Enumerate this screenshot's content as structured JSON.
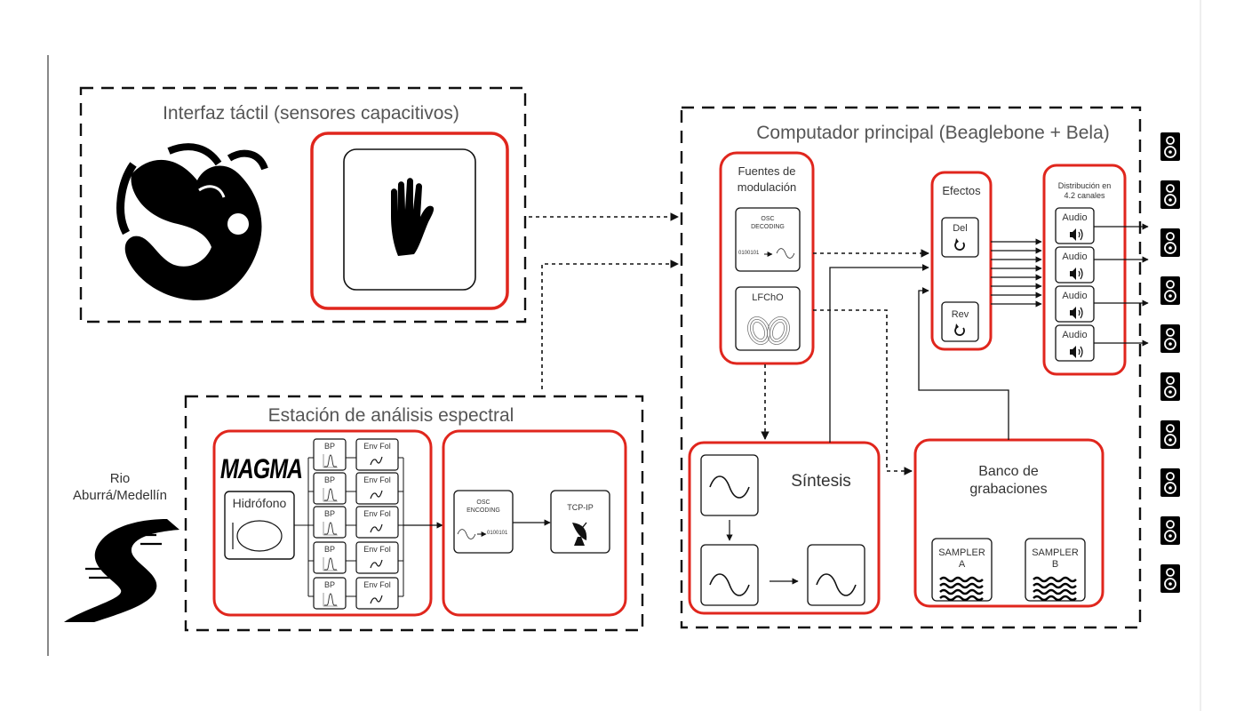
{
  "tactile": {
    "title": "Interfaz táctil (sensores capacitivos)"
  },
  "analysis": {
    "title": "Estación de análisis espectral",
    "logo": "MAGMA",
    "hydrophone": "Hidrófono",
    "bp_label": "BP",
    "env_label": "Env Fol",
    "osc_encoding": [
      "OSC",
      "ENCODING"
    ],
    "bits": "0100101",
    "tcp": "TCP-IP"
  },
  "river": {
    "label": [
      "Rio",
      "Aburrá/Medellín"
    ]
  },
  "main": {
    "title": "Computador principal (Beaglebone + Bela)",
    "sources": [
      "Fuentes de",
      "modulación"
    ],
    "osc_decoding": [
      "OSC",
      "DECODING"
    ],
    "bits": "0100101",
    "lfcho": "LFChO",
    "effects": "Efectos",
    "del": "Del",
    "rev": "Rev",
    "distribution": [
      "Distribución en",
      "4.2 canales"
    ],
    "audio": "Audio",
    "synthesis": "Síntesis",
    "bank": [
      "Banco de",
      "grabaciones"
    ],
    "sampler_a": [
      "SAMPLER",
      "A"
    ],
    "sampler_b": [
      "SAMPLER",
      "B"
    ]
  },
  "colors": {
    "accent": "#e0261d",
    "ink": "#111111"
  },
  "icons": [
    "hand-icon",
    "cochlea-icon",
    "river-icon",
    "speaker-icon",
    "satellite-dish-icon",
    "sine-wave-icon",
    "refresh-icon",
    "volume-icon",
    "wave-lines-icon",
    "lorenz-attractor-icon"
  ]
}
